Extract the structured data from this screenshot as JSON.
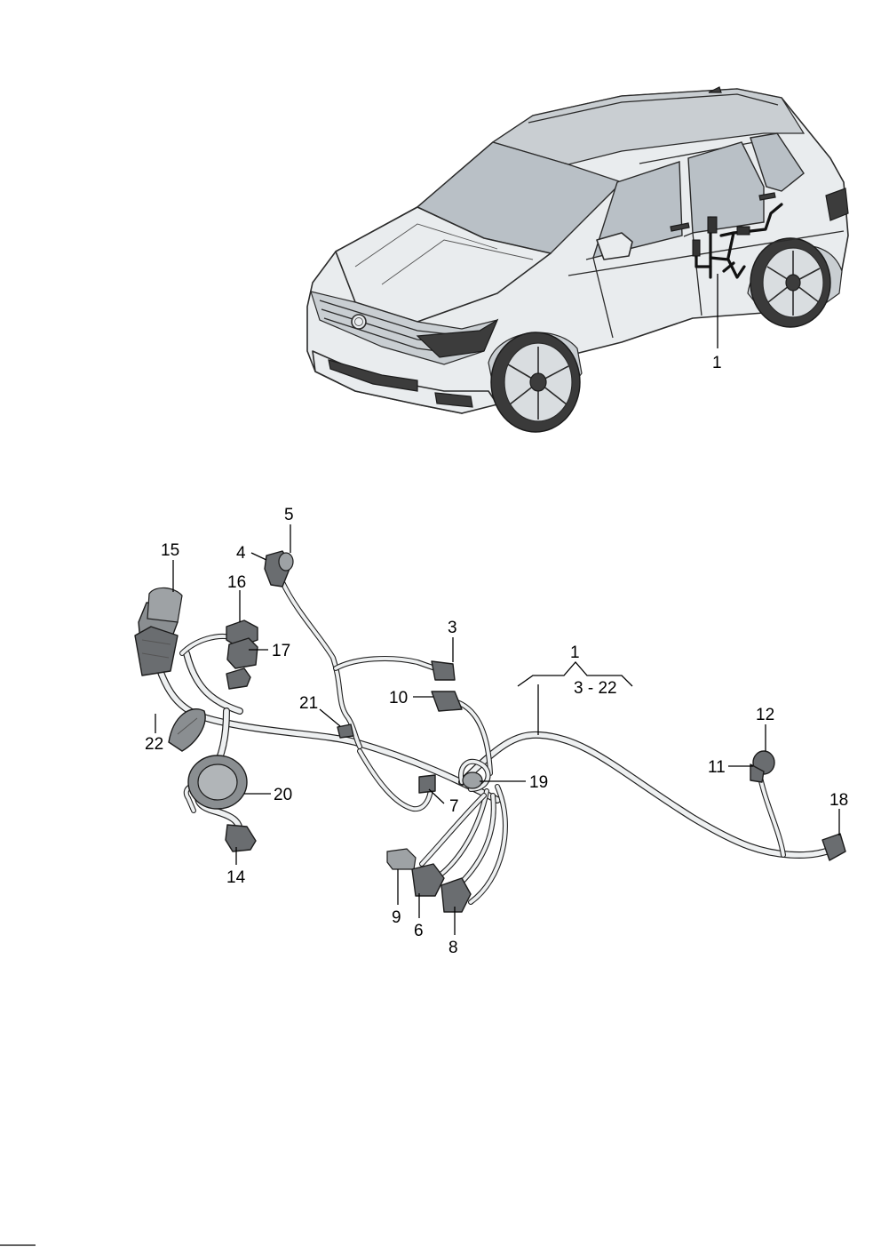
{
  "diagram": {
    "car_callout": "1",
    "callouts": {
      "c1": "1",
      "c3_22": "3 - 22",
      "c3": "3",
      "c4": "4",
      "c5": "5",
      "c6": "6",
      "c7": "7",
      "c8": "8",
      "c9": "9",
      "c10": "10",
      "c11": "11",
      "c12": "12",
      "c14": "14",
      "c15": "15",
      "c16": "16",
      "c17": "17",
      "c18": "18",
      "c19": "19",
      "c20": "20",
      "c21": "21",
      "c22": "22"
    }
  },
  "colors": {
    "line": "#000000",
    "part_fill": "#e9ecee",
    "part_shade": "#6a6d70"
  }
}
